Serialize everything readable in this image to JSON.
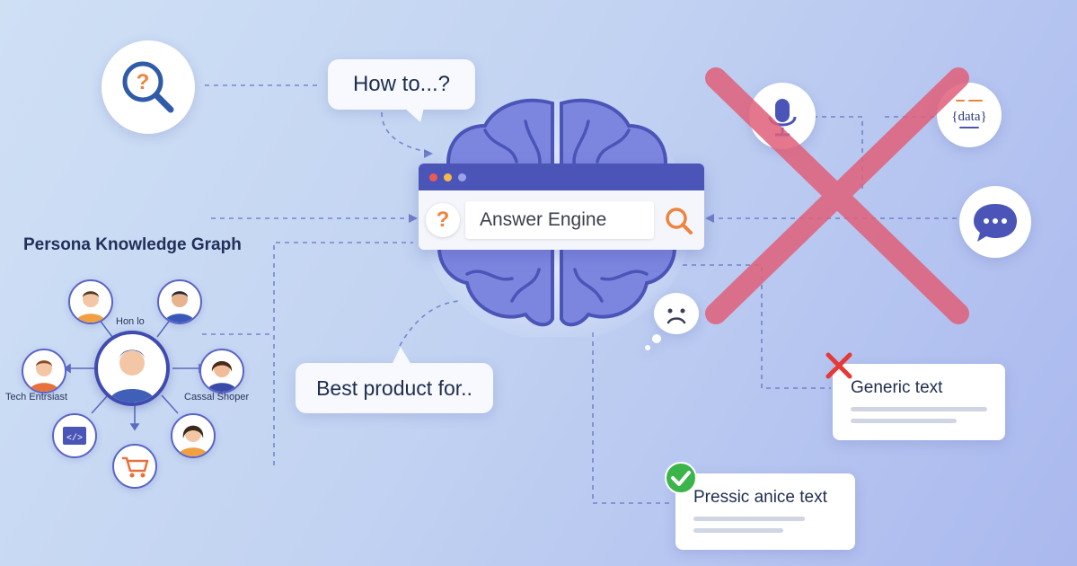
{
  "bubbles": {
    "how_to": "How to...?",
    "best_product": "Best product for.."
  },
  "search_bar": {
    "label": "Answer Engine",
    "question_glyph": "?"
  },
  "graph": {
    "title": "Persona Knowledge Graph",
    "labels": {
      "top": "Hon lo",
      "left": "Tech Entrsiast",
      "right": "Cassal Shoper"
    }
  },
  "cards": {
    "generic": "Generic text",
    "precise": "Pressic anice text"
  },
  "icons": {
    "data_text": "{data}",
    "question_glyph": "?"
  },
  "colors": {
    "accent_purple": "#5a64c8",
    "orange": "#f0823c",
    "cross_red": "#e0607a",
    "check_green": "#3bb54a",
    "x_red": "#e53935"
  }
}
